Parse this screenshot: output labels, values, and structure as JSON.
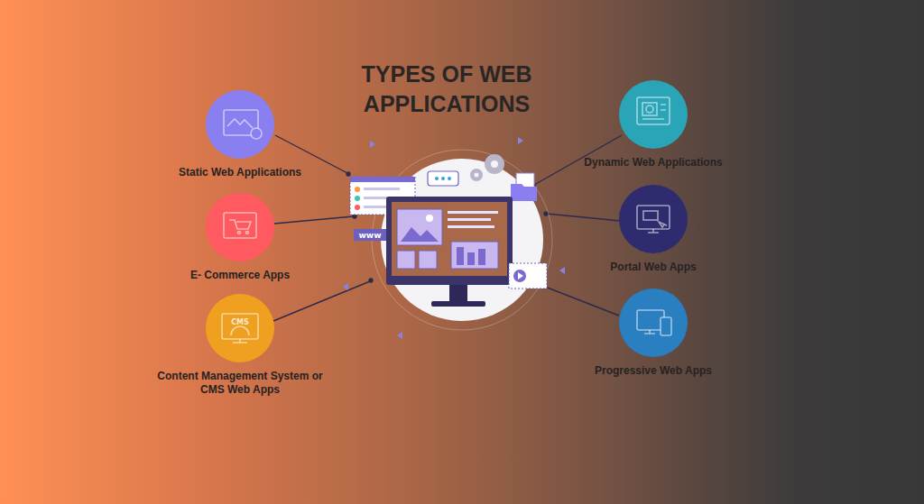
{
  "diagram": {
    "title": "TYPES OF WEB APPLICATIONS",
    "nodes": [
      {
        "text": [
          "Static Web Applications"
        ]
      },
      {
        "text": [
          "E- Commerce Apps"
        ]
      },
      {
        "text": [
          "Content Management System or CMS Web Apps"
        ]
      },
      {
        "text": [
          "Dynamic Web Applications"
        ]
      },
      {
        "text": [
          "Portal Web Apps"
        ]
      },
      {
        "text": [
          "Progressive Web Apps"
        ]
      }
    ],
    "labels": [
      "www",
      "CMS"
    ]
  }
}
